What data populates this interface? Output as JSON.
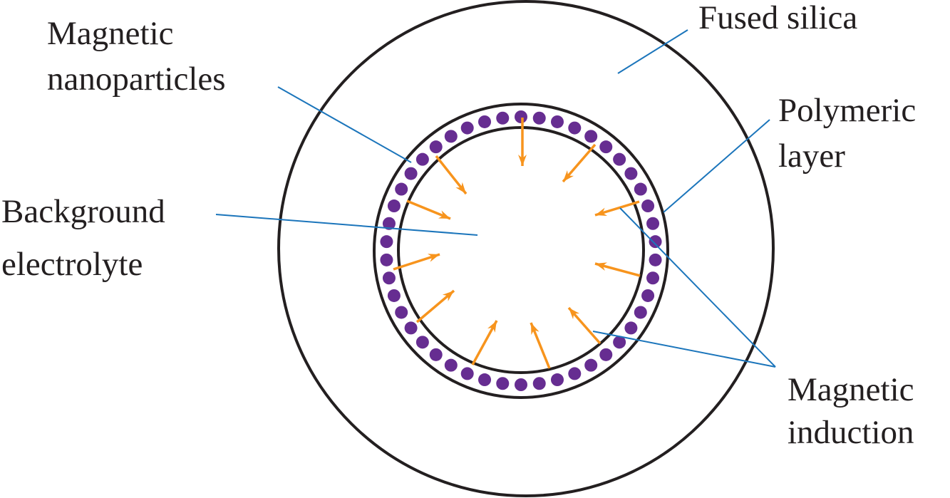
{
  "labels": {
    "fused_silica": "Fused silica",
    "magnetic_nanoparticles": [
      "Magnetic",
      "nanoparticles"
    ],
    "polymeric_layer": [
      "Polymeric",
      "layer"
    ],
    "background_electrolyte": [
      "Background",
      "electrolyte"
    ],
    "magnetic_induction": [
      "Magnetic",
      "induction"
    ]
  },
  "colors": {
    "nanoparticle": "#662d91",
    "arrow": "#f7941d",
    "leader_line": "#1b75bb",
    "outline": "#231f20"
  }
}
